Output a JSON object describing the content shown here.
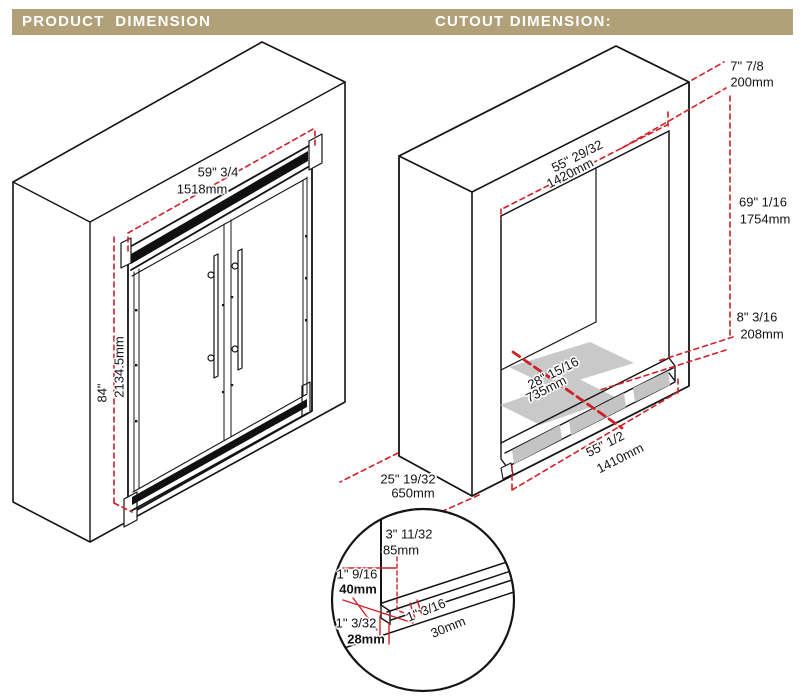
{
  "header": {
    "left_title": "PRODUCT  DIMENSION",
    "right_title": "CUTOUT DIMENSION:"
  },
  "colors": {
    "bar_tan": "#b2a078",
    "dimension_red": "#cf2127",
    "panel_gray": "#c9c9c9",
    "line_black": "#141414"
  },
  "product_dimensions": {
    "width_in": "59\" 3/4",
    "width_mm": "1518mm",
    "height_in": "84\"",
    "height_mm": "2134.5mm"
  },
  "cutout_dimensions": {
    "top_depth_in": "7\" 7/8",
    "top_depth_mm": "200mm",
    "opening_width_in": "55\" 29/32",
    "opening_width_mm": "1420mm",
    "opening_height_in": "69\" 1/16",
    "opening_height_mm": "1754mm",
    "hearth_height_in": "8\" 3/16",
    "hearth_height_mm": "208mm",
    "floor_depth_in": "28\" 15/16",
    "floor_depth_mm": "735mm",
    "sill_width_in": "55\" 1/2",
    "sill_width_mm": "1410mm",
    "side_depth_in": "25\" 19/32",
    "side_depth_mm": "650mm"
  },
  "detail_dimensions": {
    "height_in": "3\" 11/32",
    "height_mm": "85mm",
    "lip_in": "1\" 9/16",
    "lip_mm": "40mm",
    "step_in": "1\" 3/32",
    "step_mm": "28mm",
    "bar_in": "1\" 3/16",
    "bar_mm": "30mm"
  }
}
